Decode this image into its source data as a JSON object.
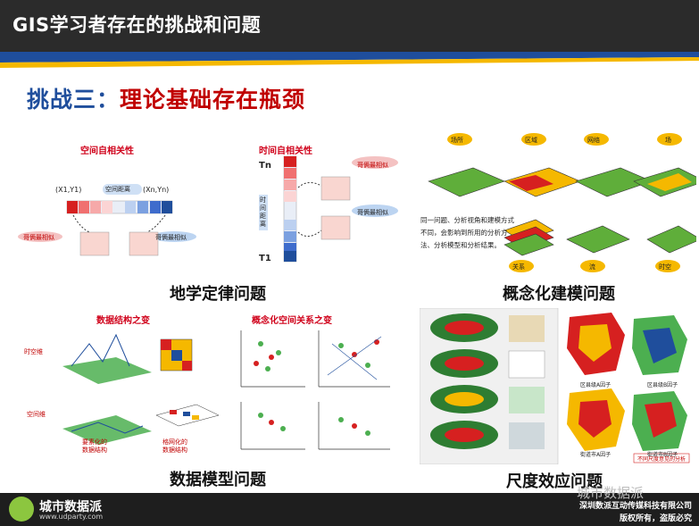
{
  "header": {
    "title": "GIS学习者存在的挑战和问题"
  },
  "challenge": {
    "part1": "挑战三：",
    "part2": "理论基础存在瓶颈"
  },
  "panels": {
    "geo_law": {
      "title": "地学定律问题",
      "spatial_title": "空间自相关性",
      "temporal_title": "时间自相关性",
      "x1y1": "(X1,Y1)",
      "xnyn": "(Xn,Yn)",
      "spatial_distance": "空间距离",
      "even_similar": "哥俩最相似",
      "tn": "Tn",
      "t1": "T1",
      "time_distance": "时间距离"
    },
    "concept_model": {
      "title": "概念化建模问题",
      "labels": [
        "场所",
        "区域",
        "网络",
        "场",
        "关系",
        "流",
        "时空"
      ],
      "desc": "同一问题、分析视角和建模方式不同，会影响到所用的分析方法、分析模型和分析结果。"
    },
    "data_model": {
      "title": "数据模型问题",
      "struct_title": "数据结构之变",
      "rel_title": "概念化空间关系之变",
      "spacetime": "时空维",
      "space": "空间维",
      "vector_label": "要素化的数据结构",
      "raster_label": "格网化的数据结构"
    },
    "scale": {
      "title": "尺度效应问题",
      "a_label": "区县级A因子",
      "b_label": "区县级B因子",
      "c_label": "街道市A因子",
      "d_label": "街道市B因子",
      "note": "不同尺度意见的分析"
    }
  },
  "footer": {
    "logo_text": "城市数据派",
    "url": "www.udparty.com",
    "watermark": "城市数据派",
    "company": "深圳数派互动传媒科技有限公司",
    "rights": "版权所有，盗版必究"
  },
  "colors": {
    "header_bg": "#2b2b2b",
    "blue": "#1f4e9c",
    "red": "#c00000",
    "yellow": "#f5b800",
    "green": "#4caf50"
  }
}
